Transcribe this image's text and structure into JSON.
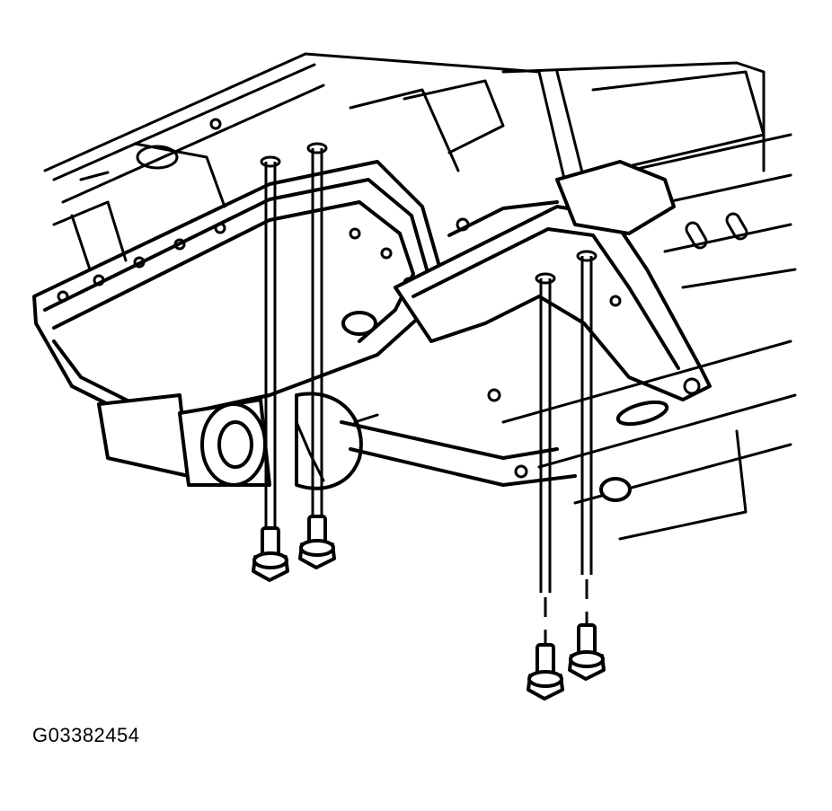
{
  "figure": {
    "id": "G03382454"
  },
  "parts": [
    {
      "name": "transmission-oil-pan"
    },
    {
      "name": "crossmember"
    },
    {
      "name": "frame-rail"
    },
    {
      "name": "mount-bolt",
      "count": 4
    }
  ],
  "colors": {
    "line": "#000000",
    "background": "#ffffff"
  }
}
